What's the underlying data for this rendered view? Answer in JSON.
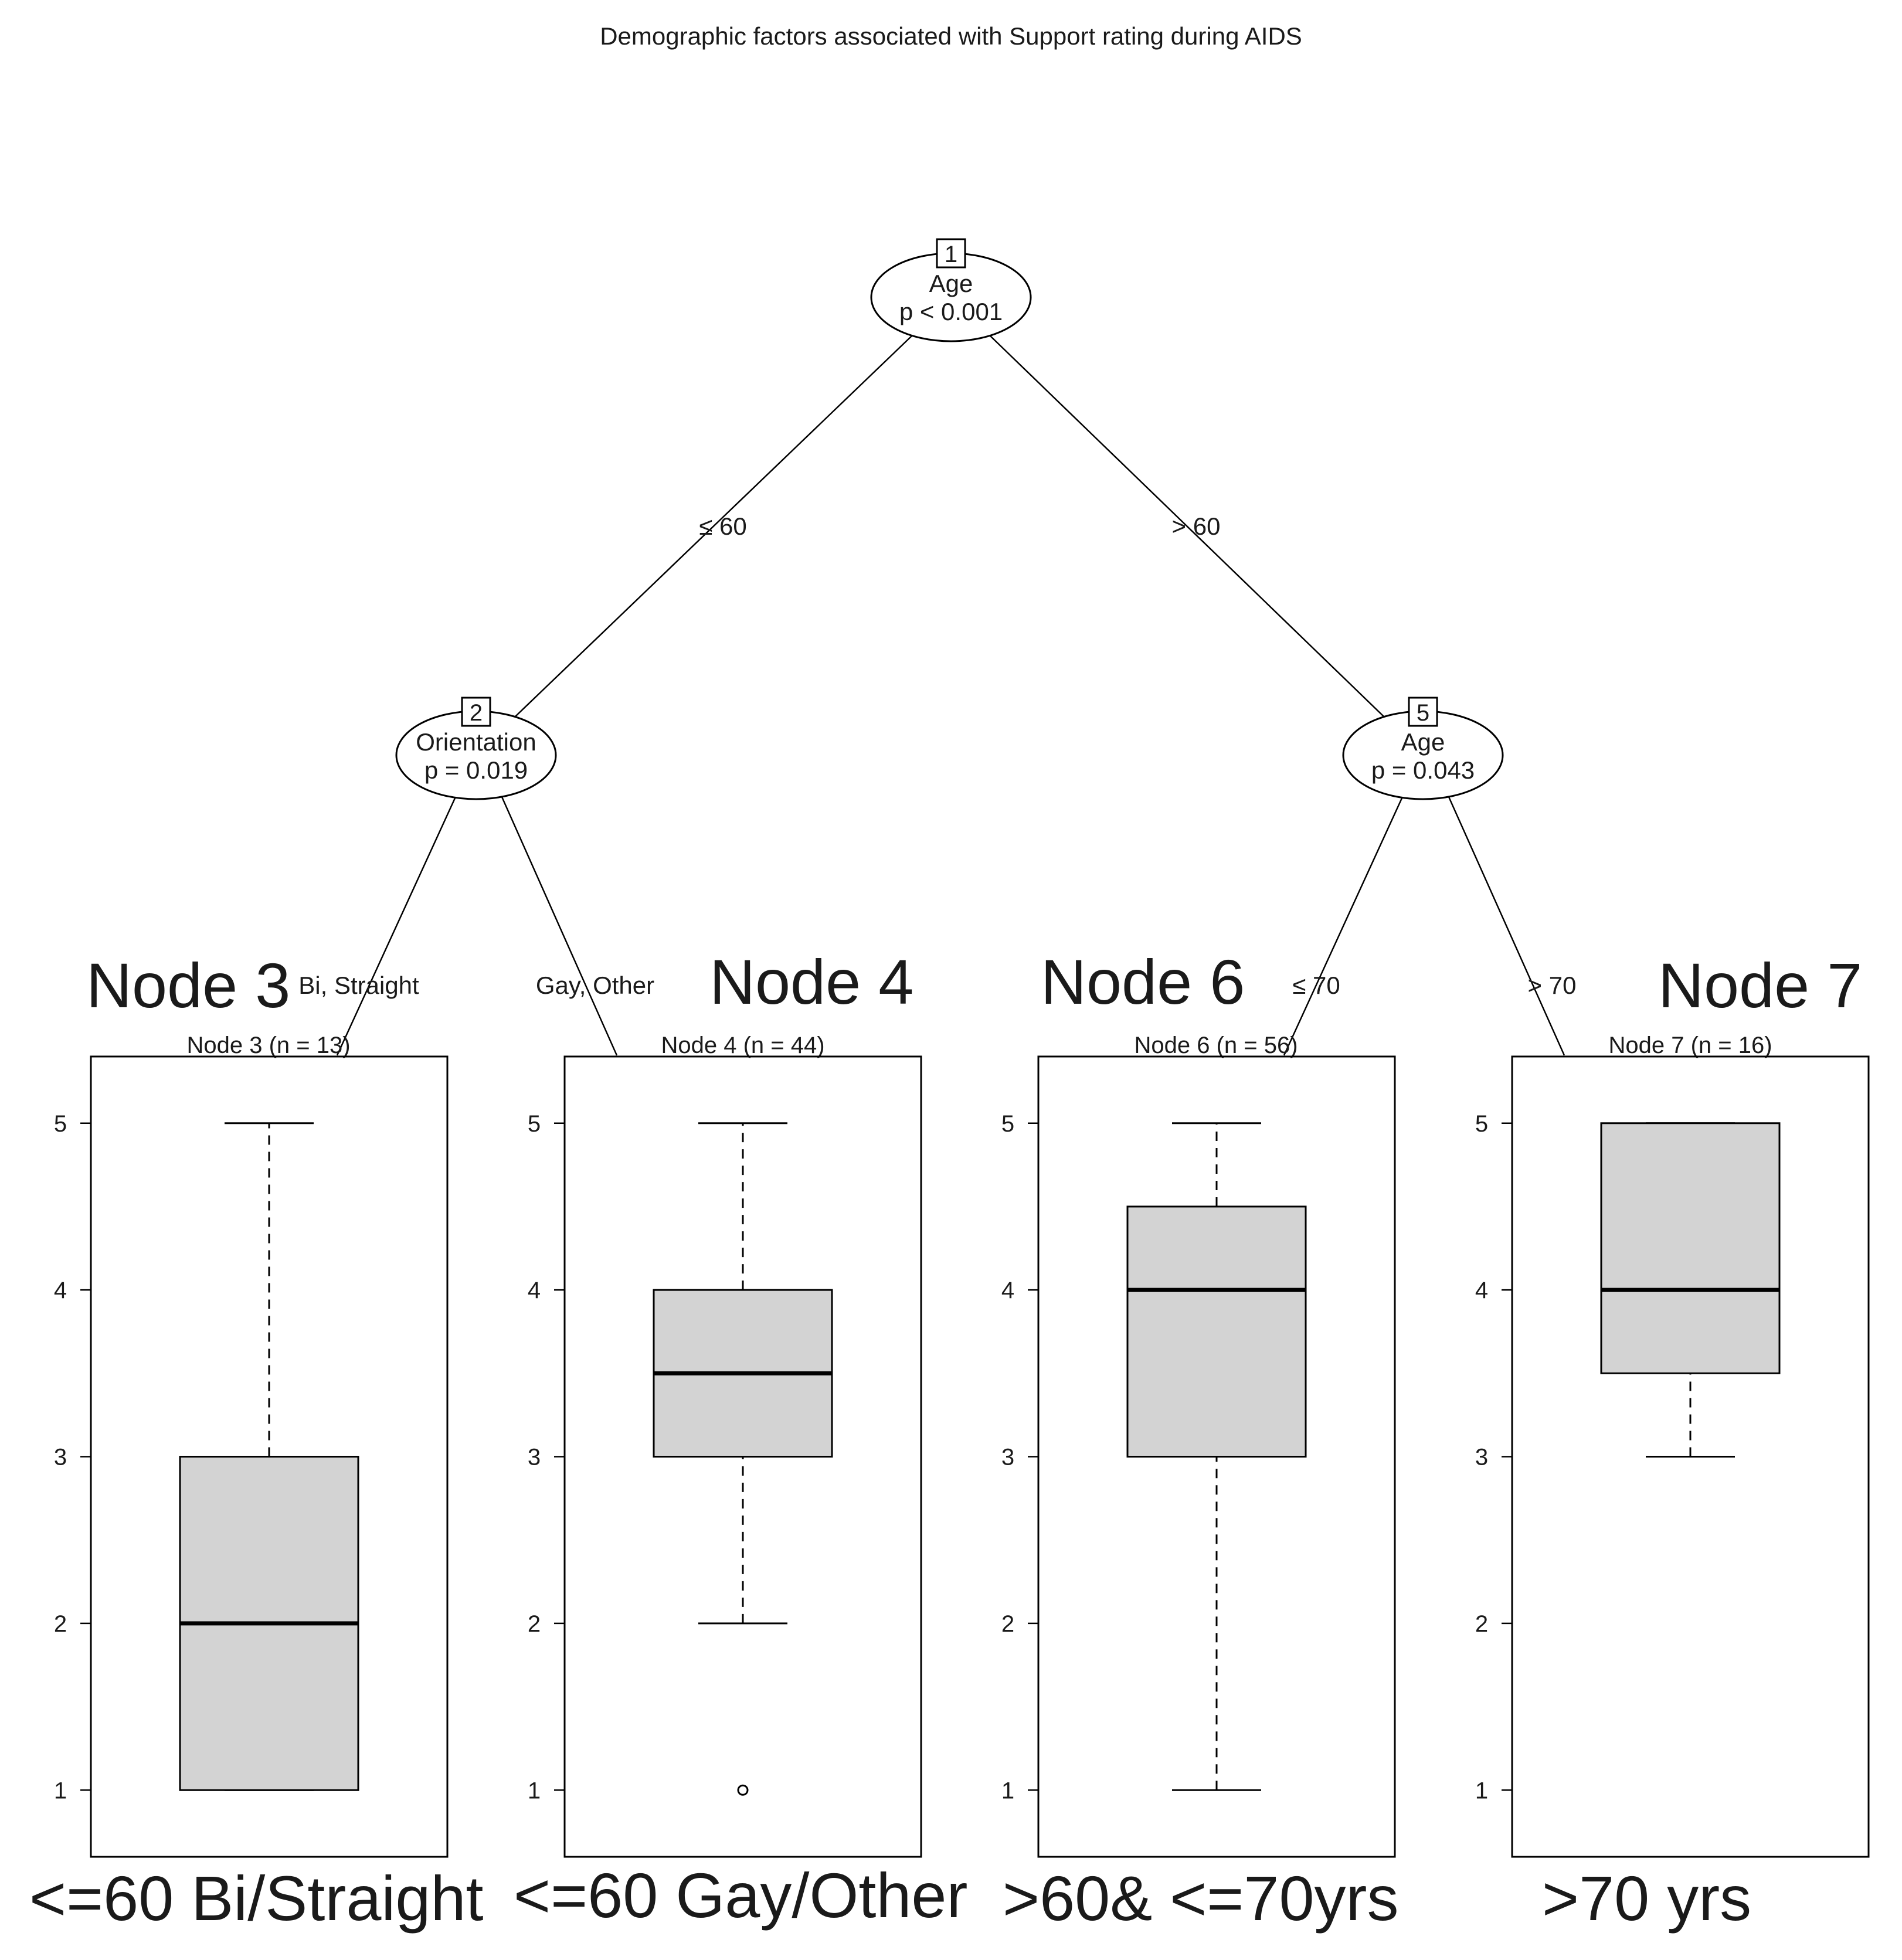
{
  "chart_data": {
    "type": "box",
    "title": "Demographic factors associated with Support rating during AIDS",
    "ylim": [
      0.6,
      5.4
    ],
    "y_ticks": [
      "1",
      "2",
      "3",
      "4",
      "5"
    ],
    "tree": {
      "inner_nodes": [
        {
          "id": "1",
          "variable": "Age",
          "p_label": "p < 0.001"
        },
        {
          "id": "2",
          "variable": "Orientation",
          "p_label": "p = 0.019"
        },
        {
          "id": "5",
          "variable": "Age",
          "p_label": "p = 0.043"
        }
      ],
      "edges": [
        {
          "from": "1",
          "to": "2",
          "label": "≤ 60"
        },
        {
          "from": "1",
          "to": "5",
          "label": "> 60"
        },
        {
          "from": "2",
          "to": "3",
          "label": "Bi, Straight"
        },
        {
          "from": "2",
          "to": "4",
          "label": "Gay, Other"
        },
        {
          "from": "5",
          "to": "6",
          "label": "≤ 70"
        },
        {
          "from": "5",
          "to": "7",
          "label": "> 70"
        }
      ]
    },
    "series": [
      {
        "node": "3",
        "n": 13,
        "header": "Node 3 (n = 13)",
        "min": 1,
        "q1": 1,
        "median": 2,
        "q3": 3,
        "max": 5,
        "outliers": []
      },
      {
        "node": "4",
        "n": 44,
        "header": "Node 4 (n = 44)",
        "min": 2,
        "q1": 3,
        "median": 3.5,
        "q3": 4,
        "max": 5,
        "outliers": [
          1
        ]
      },
      {
        "node": "6",
        "n": 56,
        "header": "Node 6 (n = 56)",
        "min": 1,
        "q1": 3,
        "median": 4,
        "q3": 4.5,
        "max": 5,
        "outliers": []
      },
      {
        "node": "7",
        "n": 16,
        "header": "Node 7 (n = 16)",
        "min": 3,
        "q1": 3.5,
        "median": 4,
        "q3": 5,
        "max": 5,
        "outliers": []
      }
    ],
    "annotations": {
      "big_node_labels": [
        "Node 3",
        "Node 4",
        "Node 6",
        "Node 7"
      ],
      "group_captions": [
        "<=60 Bi/Straight",
        "<=60 Gay/Other",
        ">60& <=70yrs",
        ">70 yrs"
      ]
    },
    "colors": {
      "box_fill": "#d3d3d3",
      "line": "#000000"
    }
  }
}
